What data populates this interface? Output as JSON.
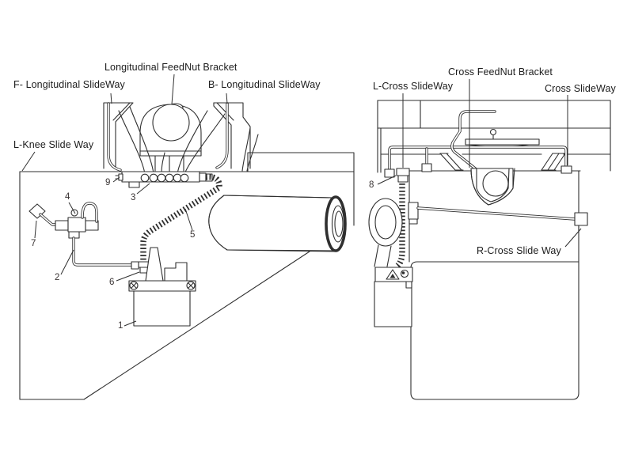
{
  "diagram": {
    "title_hint": "machine slideway lubrication diagram",
    "labels": {
      "longitudinal_feednut_bracket": "Longitudinal FeedNut Bracket",
      "f_longitudinal_slideway": "F- Longitudinal SlideWay",
      "b_longitudinal_slideway": "B- Longitudinal SlideWay",
      "l_knee_slide_way": "L-Knee Slide Way",
      "cross_feednut_bracket": "Cross FeedNut Bracket",
      "l_cross_slideway": "L-Cross SlideWay",
      "cross_slideway": "Cross SlideWay",
      "r_cross_slide_way": "R-Cross Slide Way"
    },
    "callouts": {
      "c1": "1",
      "c2": "2",
      "c3": "3",
      "c4": "4",
      "c5": "5",
      "c6": "6",
      "c7": "7",
      "c8": "8",
      "c9": "9"
    },
    "colors": {
      "background": "#ffffff",
      "line": "#2f2f2f",
      "text": "#1c1c1c"
    }
  }
}
